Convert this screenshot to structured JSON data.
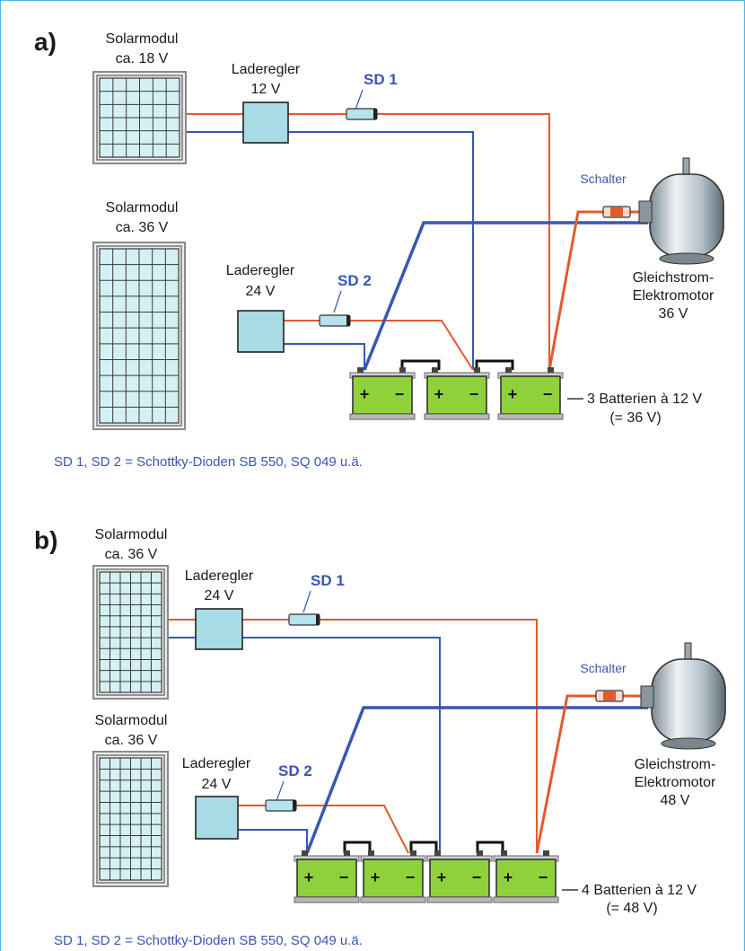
{
  "part_a": {
    "label": "a)",
    "module1": {
      "line1": "Solarmodul",
      "line2": "ca. 18 V"
    },
    "module2": {
      "line1": "Solarmodul",
      "line2": "ca. 36 V"
    },
    "regler1": {
      "line1": "Laderegler",
      "line2": "12 V"
    },
    "regler2": {
      "line1": "Laderegler",
      "line2": "24 V"
    },
    "sd1": "SD 1",
    "sd2": "SD 2",
    "switch": "Schalter",
    "motor": {
      "line1": "Gleichstrom-",
      "line2": "Elektromotor",
      "line3": "36 V"
    },
    "batteries": {
      "line1": "3 Batterien à 12 V",
      "line2": "(= 36 V)"
    },
    "note": "SD 1, SD 2 = Schottky-Dioden SB 550, SQ 049 u.ä."
  },
  "part_b": {
    "label": "b)",
    "module1": {
      "line1": "Solarmodul",
      "line2": "ca. 36 V"
    },
    "module2": {
      "line1": "Solarmodul",
      "line2": "ca. 36 V"
    },
    "regler1": {
      "line1": "Laderegler",
      "line2": "24 V"
    },
    "regler2": {
      "line1": "Laderegler",
      "line2": "24 V"
    },
    "sd1": "SD 1",
    "sd2": "SD 2",
    "switch": "Schalter",
    "motor": {
      "line1": "Gleichstrom-",
      "line2": "Elektromotor",
      "line3": "48 V"
    },
    "batteries": {
      "line1": "4 Batterien à 12 V",
      "line2": "(= 48 V)"
    },
    "note": "SD 1, SD 2 = Schottky-Dioden SB 550, SQ 049 u.ä."
  },
  "terminals": {
    "plus": "+",
    "minus": "−"
  },
  "colors": {
    "frame": "#4fb7e6",
    "positive_wire": "#e35a2b",
    "negative_wire": "#3957b5",
    "battery": "#8fd13a",
    "regulator": "#a8dbe5",
    "panel_cell": "#d4f0f2",
    "label_blue": "#3a55b5"
  }
}
